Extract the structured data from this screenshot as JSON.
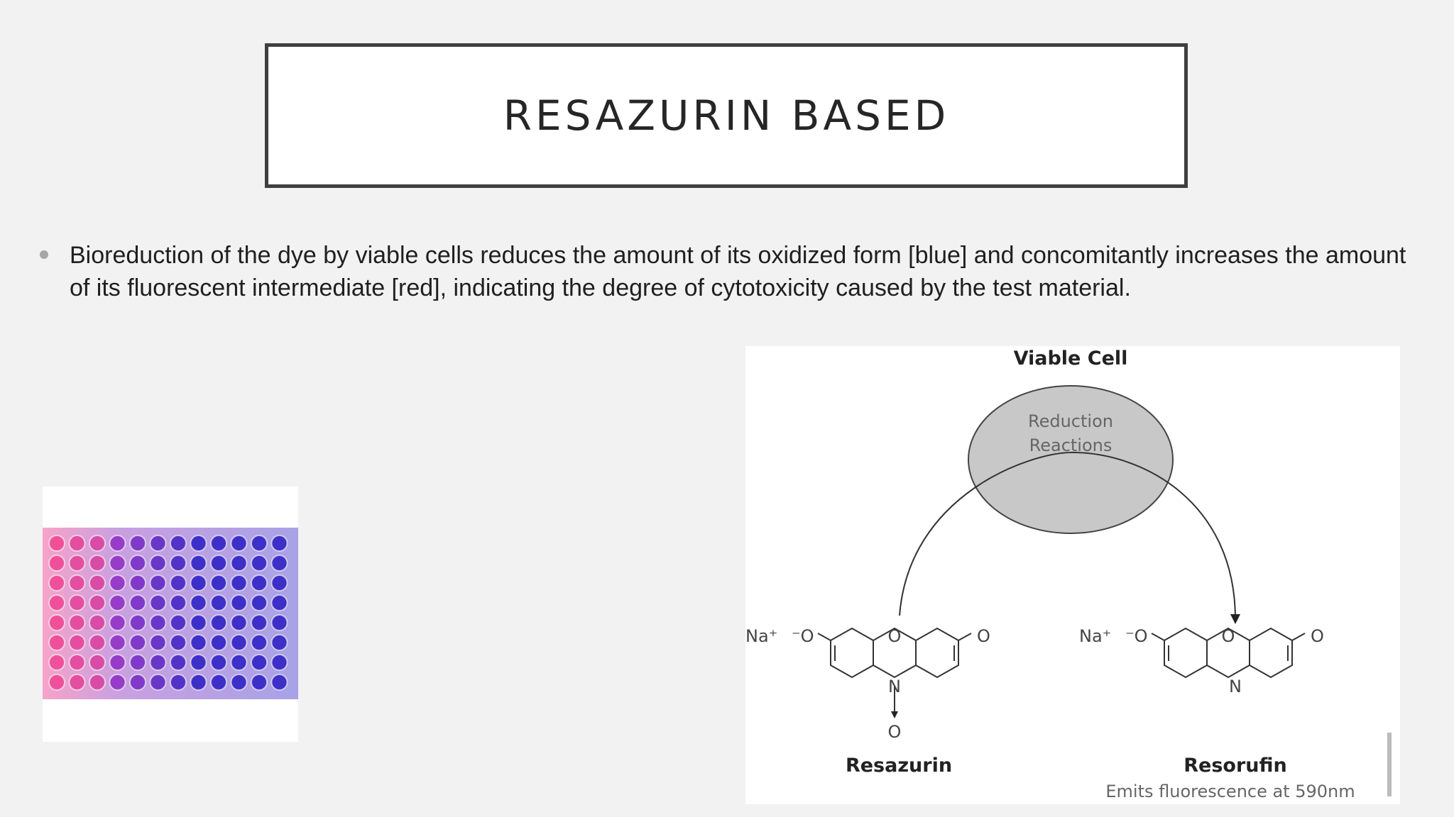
{
  "slide": {
    "title": "RESAZURIN BASED",
    "bullet": "Bioreduction of the dye by viable cells reduces the amount of its oxidized form [blue] and concomitantly increases the amount of its fluorescent intermediate [red], indicating the degree of cytotoxicity caused by the test material."
  },
  "diagram": {
    "cell_label": "Viable Cell",
    "reaction_line1": "Reduction",
    "reaction_line2": "Reactions",
    "left_compound": "Resazurin",
    "right_compound": "Resorufin",
    "emission_note": "Emits fluorescence at 590nm",
    "na_label": "Na⁺",
    "o_minus": "⁻O",
    "o_atom": "O",
    "n_atom": "N"
  },
  "colors": {
    "background": "#f2f2f2",
    "title_border": "#3f3f3f",
    "plate_pink": "#f0509a",
    "plate_blue": "#3d2fc8",
    "cell_fill": "#c8c8c8"
  }
}
